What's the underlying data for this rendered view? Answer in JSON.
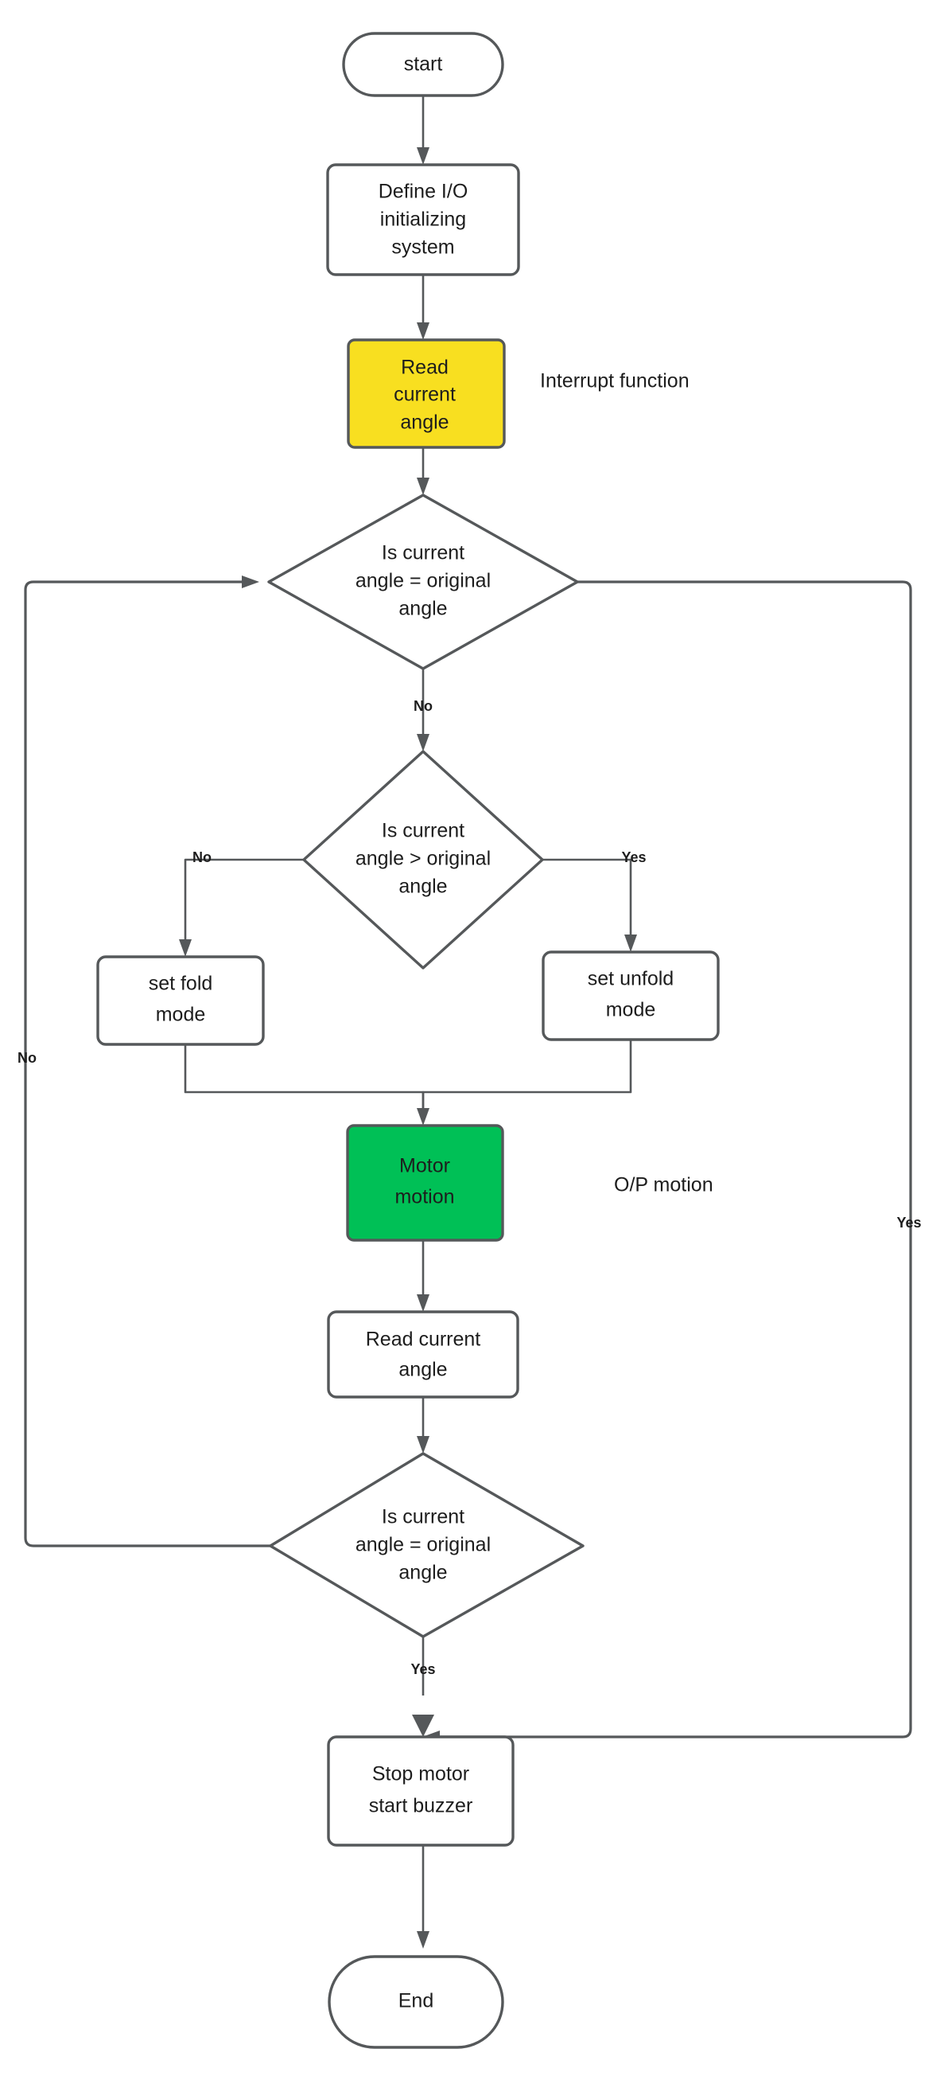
{
  "diagram": {
    "title": "Motor fold/unfold control flowchart",
    "colors": {
      "stroke": "#55585a",
      "text": "#1d1d1d",
      "background": "#ffffff",
      "accent_yellow": "#F8DF20",
      "accent_green": "#00C056"
    }
  },
  "nodes": {
    "start": {
      "label": "start",
      "shape": "terminator"
    },
    "define_io": {
      "line1": "Define I/O",
      "line2": "initializing",
      "line3": "system",
      "shape": "process"
    },
    "read_angle_1": {
      "line1": "Read",
      "line2": "current",
      "line3": "angle",
      "shape": "process",
      "fill": "#F8DF20"
    },
    "decision_1": {
      "line1": "Is current",
      "line2": "angle = original",
      "line3": "angle",
      "shape": "decision"
    },
    "decision_2": {
      "line1": "Is current",
      "line2": "angle > original",
      "line3": "angle",
      "shape": "decision"
    },
    "set_fold": {
      "line1": "set fold",
      "line2": "mode",
      "shape": "process"
    },
    "set_unfold": {
      "line1": "set unfold",
      "line2": "mode",
      "shape": "process"
    },
    "motor_motion": {
      "line1": "Motor",
      "line2": "motion",
      "shape": "process",
      "fill": "#00C056"
    },
    "read_angle_2": {
      "line1": "Read current",
      "line2": "angle",
      "shape": "process"
    },
    "decision_3": {
      "line1": "Is current",
      "line2": "angle = original",
      "line3": "angle",
      "shape": "decision"
    },
    "stop_motor": {
      "line1": "Stop motor",
      "line2": "start buzzer",
      "shape": "process"
    },
    "end": {
      "label": "End",
      "shape": "terminator"
    }
  },
  "annotations": {
    "interrupt_function": "Interrupt function",
    "op_motion": "O/P motion"
  },
  "edge_labels": {
    "d1_no": "No",
    "d1_yes_right": "Yes",
    "d2_no": "No",
    "d2_yes": "Yes",
    "d3_yes": "Yes",
    "d3_no_left": "No"
  }
}
